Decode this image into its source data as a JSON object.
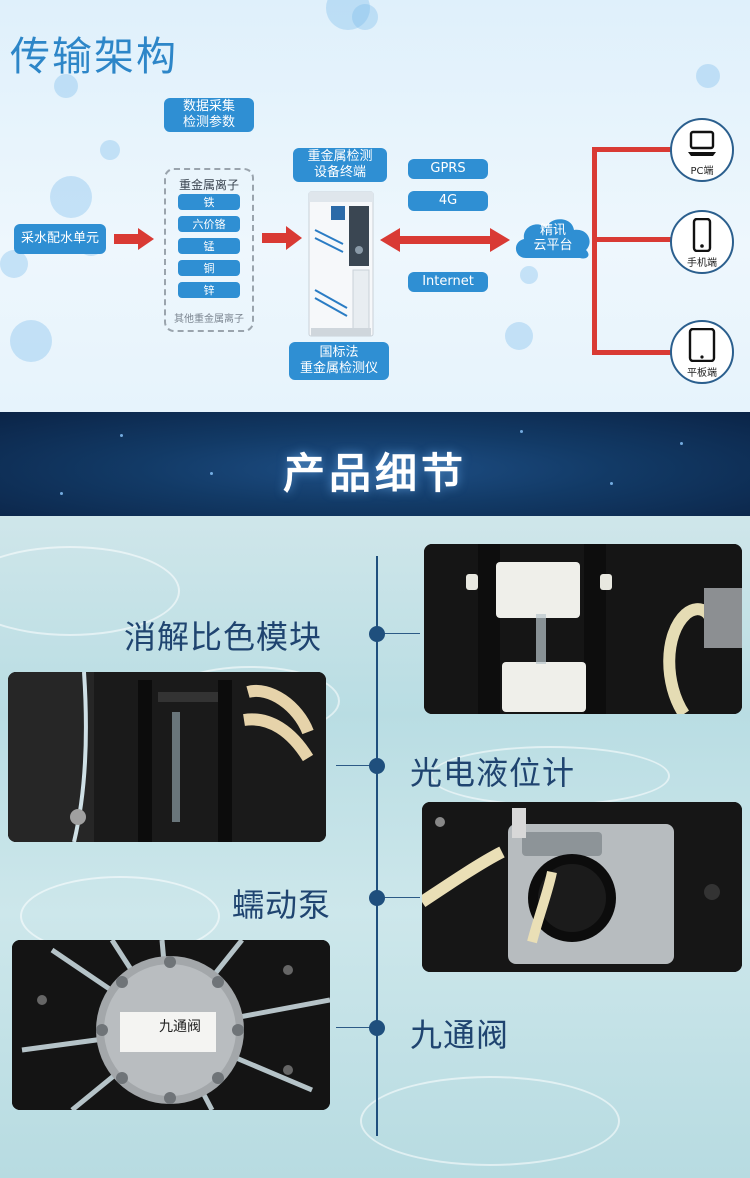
{
  "architecture": {
    "title": "传输架构",
    "data_collection": [
      "数据采集",
      "检测参数"
    ],
    "sampling_unit": "采水配水单元",
    "ion_group": {
      "title": "重金属离子",
      "items": [
        "铁",
        "六价铬",
        "锰",
        "铜",
        "锌"
      ],
      "other": "其他重金属离子"
    },
    "terminal": [
      "重金属检测",
      "设备终端"
    ],
    "instrument": [
      "国标法",
      "重金属检测仪"
    ],
    "networks": [
      "GPRS",
      "4G",
      "Internet"
    ],
    "cloud": [
      "精讯",
      "云平台"
    ],
    "devices": [
      {
        "label": "PC端",
        "icon": "laptop-icon"
      },
      {
        "label": "手机端",
        "icon": "phone-icon"
      },
      {
        "label": "平板端",
        "icon": "tablet-icon"
      }
    ],
    "colors": {
      "blue": "#2f8fd3",
      "title_blue": "#2d86c8",
      "arrow_red": "#d93a34",
      "device_ring": "#2b5f8e"
    }
  },
  "banner": {
    "title": "产品细节"
  },
  "details": {
    "features": [
      {
        "label": "消解比色模块"
      },
      {
        "label": "光电液位计"
      },
      {
        "label": "蠕动泵"
      },
      {
        "label": "九通阀"
      }
    ],
    "valve_plate": "九通阀",
    "colors": {
      "line": "#1f4f7d",
      "label": "#1f4470"
    }
  }
}
